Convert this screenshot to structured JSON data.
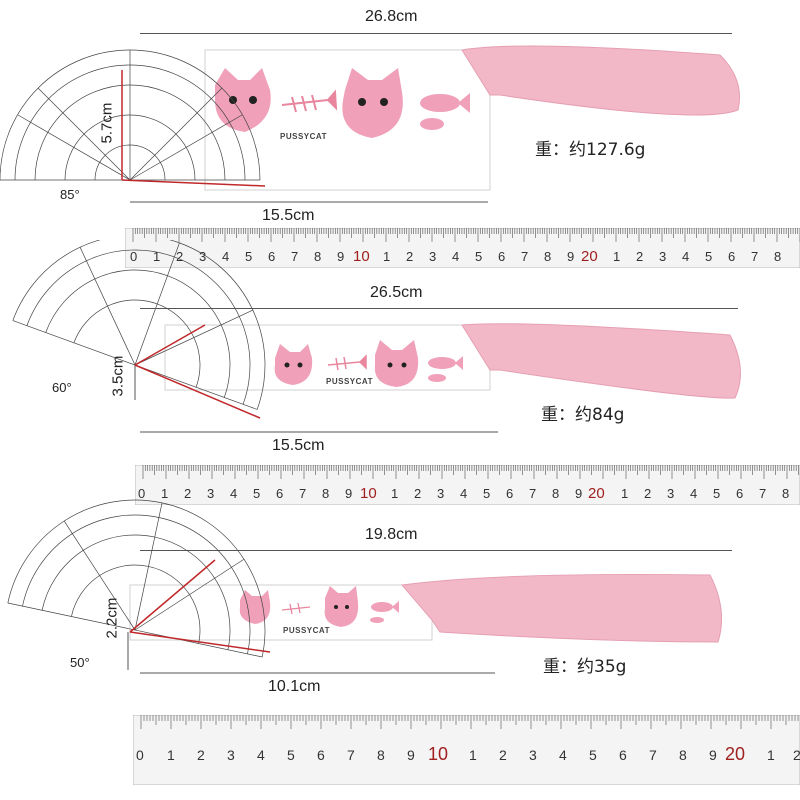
{
  "knives": [
    {
      "total_length": "26.8cm",
      "blade_length": "15.5cm",
      "blade_width": "5.7cm",
      "angle": "85°",
      "weight": "重：约127.6g",
      "brand": "PUSSYCAT"
    },
    {
      "total_length": "26.5cm",
      "blade_length": "15.5cm",
      "blade_width": "3.5cm",
      "angle": "60°",
      "weight": "重：约84g",
      "brand": "PUSSYCAT"
    },
    {
      "total_length": "19.8cm",
      "blade_length": "10.1cm",
      "blade_width": "2.2cm",
      "angle": "50°",
      "weight": "重：约35g",
      "brand": "PUSSYCAT"
    }
  ],
  "colors": {
    "handle": "#f2b8c8",
    "accent_red": "#c0282a",
    "cat": "#f0a0b8"
  },
  "icons": [
    "protractor-icon",
    "ruler-icon",
    "cat-face-icon",
    "fishbone-icon",
    "fish-icon"
  ]
}
